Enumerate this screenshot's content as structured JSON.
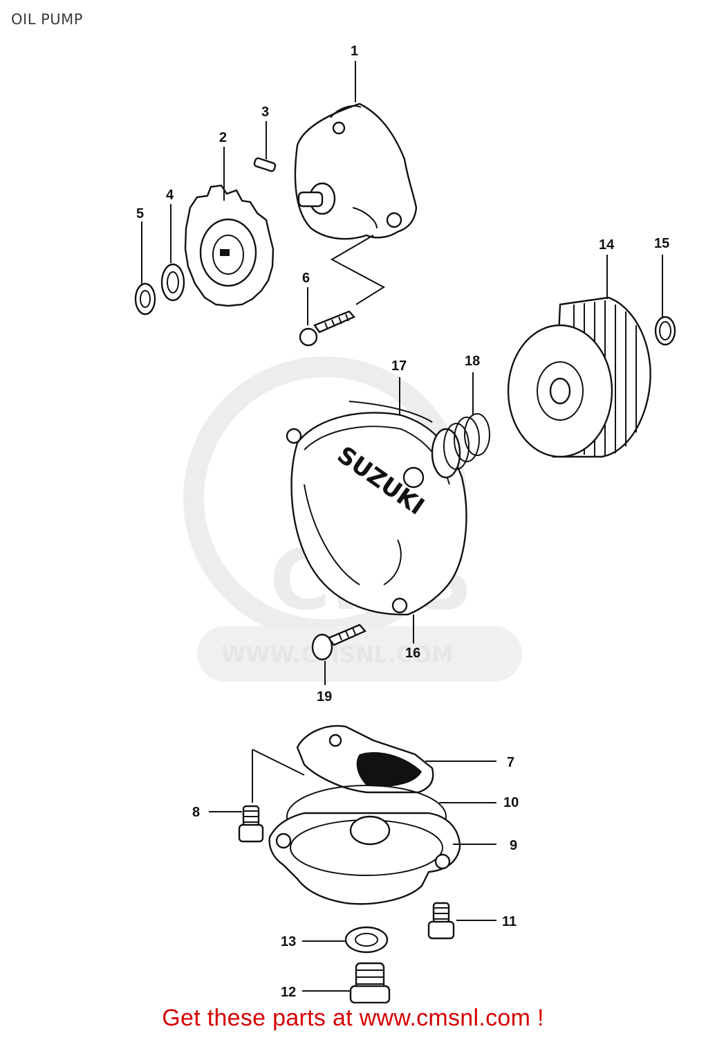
{
  "title": "OIL PUMP",
  "watermark": {
    "url": "WWW.CMSNL.COM",
    "logo": "CMS"
  },
  "cover_brand": "SUZUKI",
  "callouts": {
    "p1": "1",
    "p2": "2",
    "p3": "3",
    "p4": "4",
    "p5": "5",
    "p6": "6",
    "p7": "7",
    "p8": "8",
    "p9": "9",
    "p10": "10",
    "p11": "11",
    "p12": "12",
    "p13": "13",
    "p14": "14",
    "p15": "15",
    "p16": "16",
    "p17": "17",
    "p18": "18",
    "p19": "19"
  },
  "footer": "Get these parts at www.cmsnl.com !"
}
